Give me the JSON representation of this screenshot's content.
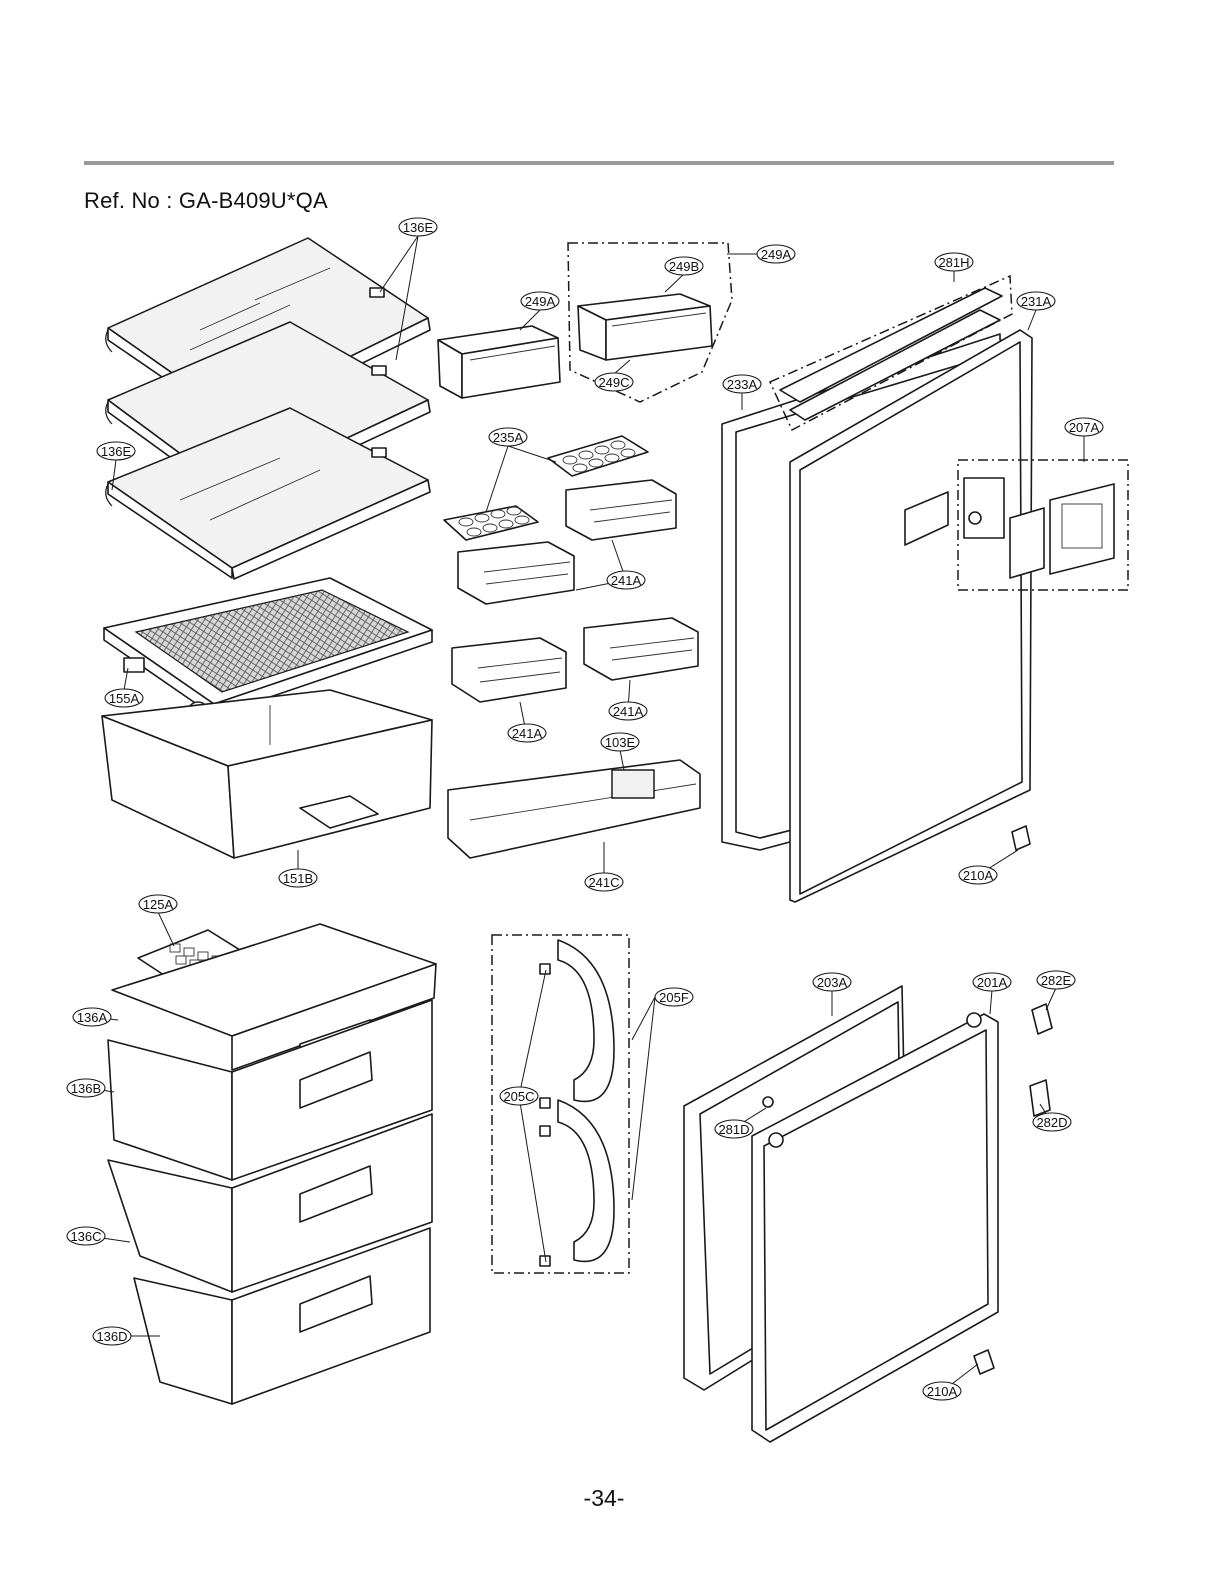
{
  "header": {
    "ref_text": "Ref. No : GA-B409U*QA"
  },
  "footer": {
    "page_number": "-34-"
  },
  "callouts": {
    "c136E_top": "136E",
    "c136E_mid": "136E",
    "c249A_group": "249A",
    "c249A": "249A",
    "c249B": "249B",
    "c249C": "249C",
    "c281H": "281H",
    "c231A": "231A",
    "c233A": "233A",
    "c235A": "235A",
    "c207A": "207A",
    "c241A_1": "241A",
    "c241A_2": "241A",
    "c241A_3": "241A",
    "c155A": "155A",
    "c103E": "103E",
    "c151B": "151B",
    "c241C": "241C",
    "c210A_1": "210A",
    "c125A": "125A",
    "c205F": "205F",
    "c203A": "203A",
    "c201A": "201A",
    "c282E": "282E",
    "c136A": "136A",
    "c136B": "136B",
    "c205C": "205C",
    "c281D": "281D",
    "c282D": "282D",
    "c136C": "136C",
    "c136D": "136D",
    "c210A_2": "210A"
  }
}
